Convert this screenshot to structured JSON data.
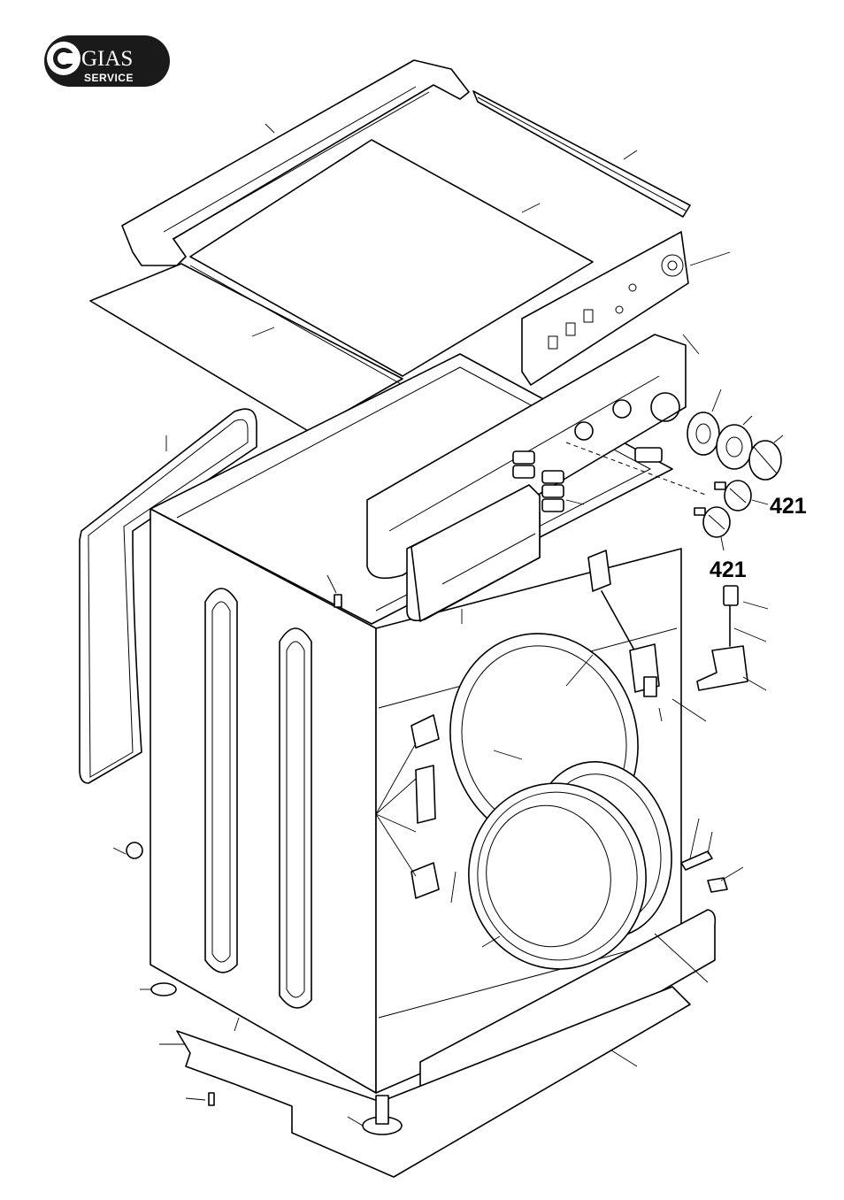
{
  "logo": {
    "brand": "GIAS",
    "subtitle": "SERVICE"
  },
  "callouts": [
    {
      "label": "421"
    },
    {
      "label": "421"
    }
  ],
  "colors": {
    "ink": "#000000",
    "paper": "#ffffff",
    "logo_badge": "#1a1a1a"
  }
}
